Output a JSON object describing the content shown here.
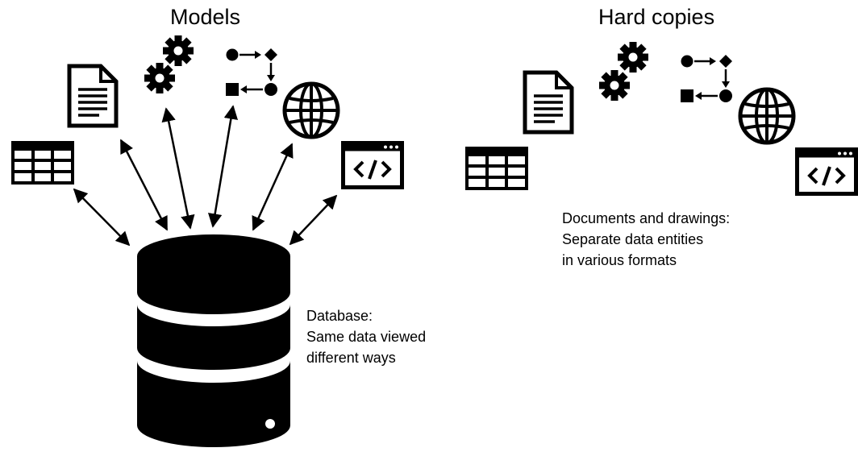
{
  "models": {
    "title": "Models",
    "database_caption": [
      "Database:",
      "Same data viewed",
      "different ways"
    ]
  },
  "hard_copies": {
    "title": "Hard copies",
    "caption": [
      "Documents and drawings:",
      "Separate data entities",
      "in various formats"
    ]
  },
  "icons": [
    "table-icon",
    "document-icon",
    "gears-icon",
    "workflow-icon",
    "globe-icon",
    "code-window-icon",
    "database-icon"
  ]
}
